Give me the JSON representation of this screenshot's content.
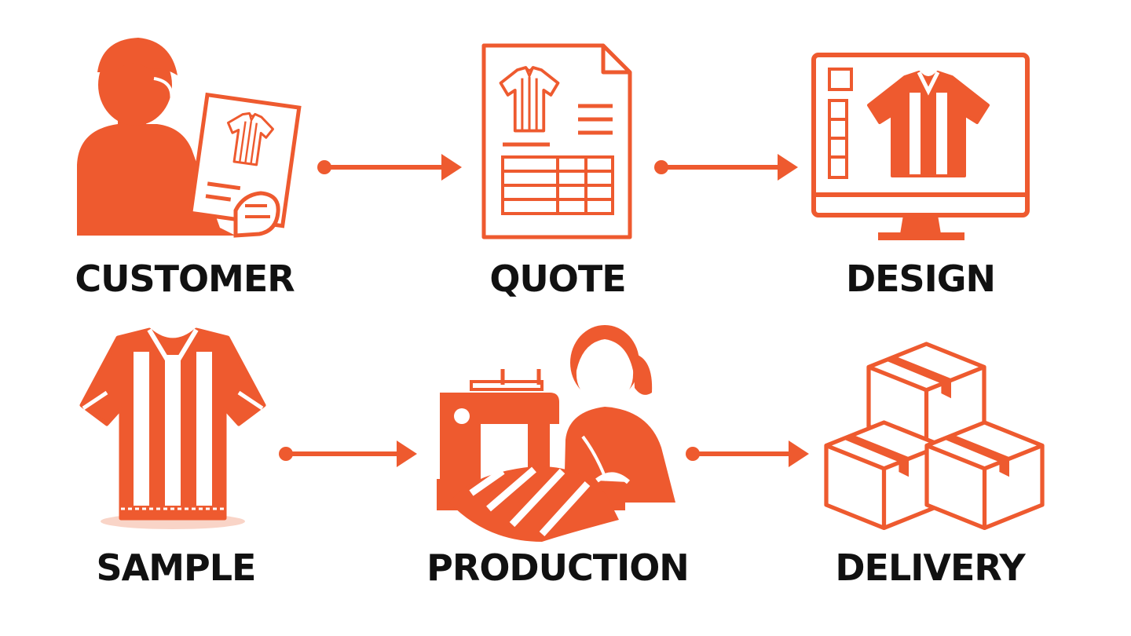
{
  "colors": {
    "accent": "#EE5A2F",
    "text": "#111111",
    "background": "#FFFFFF"
  },
  "steps": [
    {
      "label": "CUSTOMER",
      "icon": "customer-holding-jersey-icon"
    },
    {
      "label": "QUOTE",
      "icon": "quote-document-icon"
    },
    {
      "label": "DESIGN",
      "icon": "design-monitor-icon"
    },
    {
      "label": "SAMPLE",
      "icon": "sample-jersey-icon"
    },
    {
      "label": "PRODUCTION",
      "icon": "sewing-worker-icon"
    },
    {
      "label": "DELIVERY",
      "icon": "stacked-boxes-icon"
    }
  ]
}
